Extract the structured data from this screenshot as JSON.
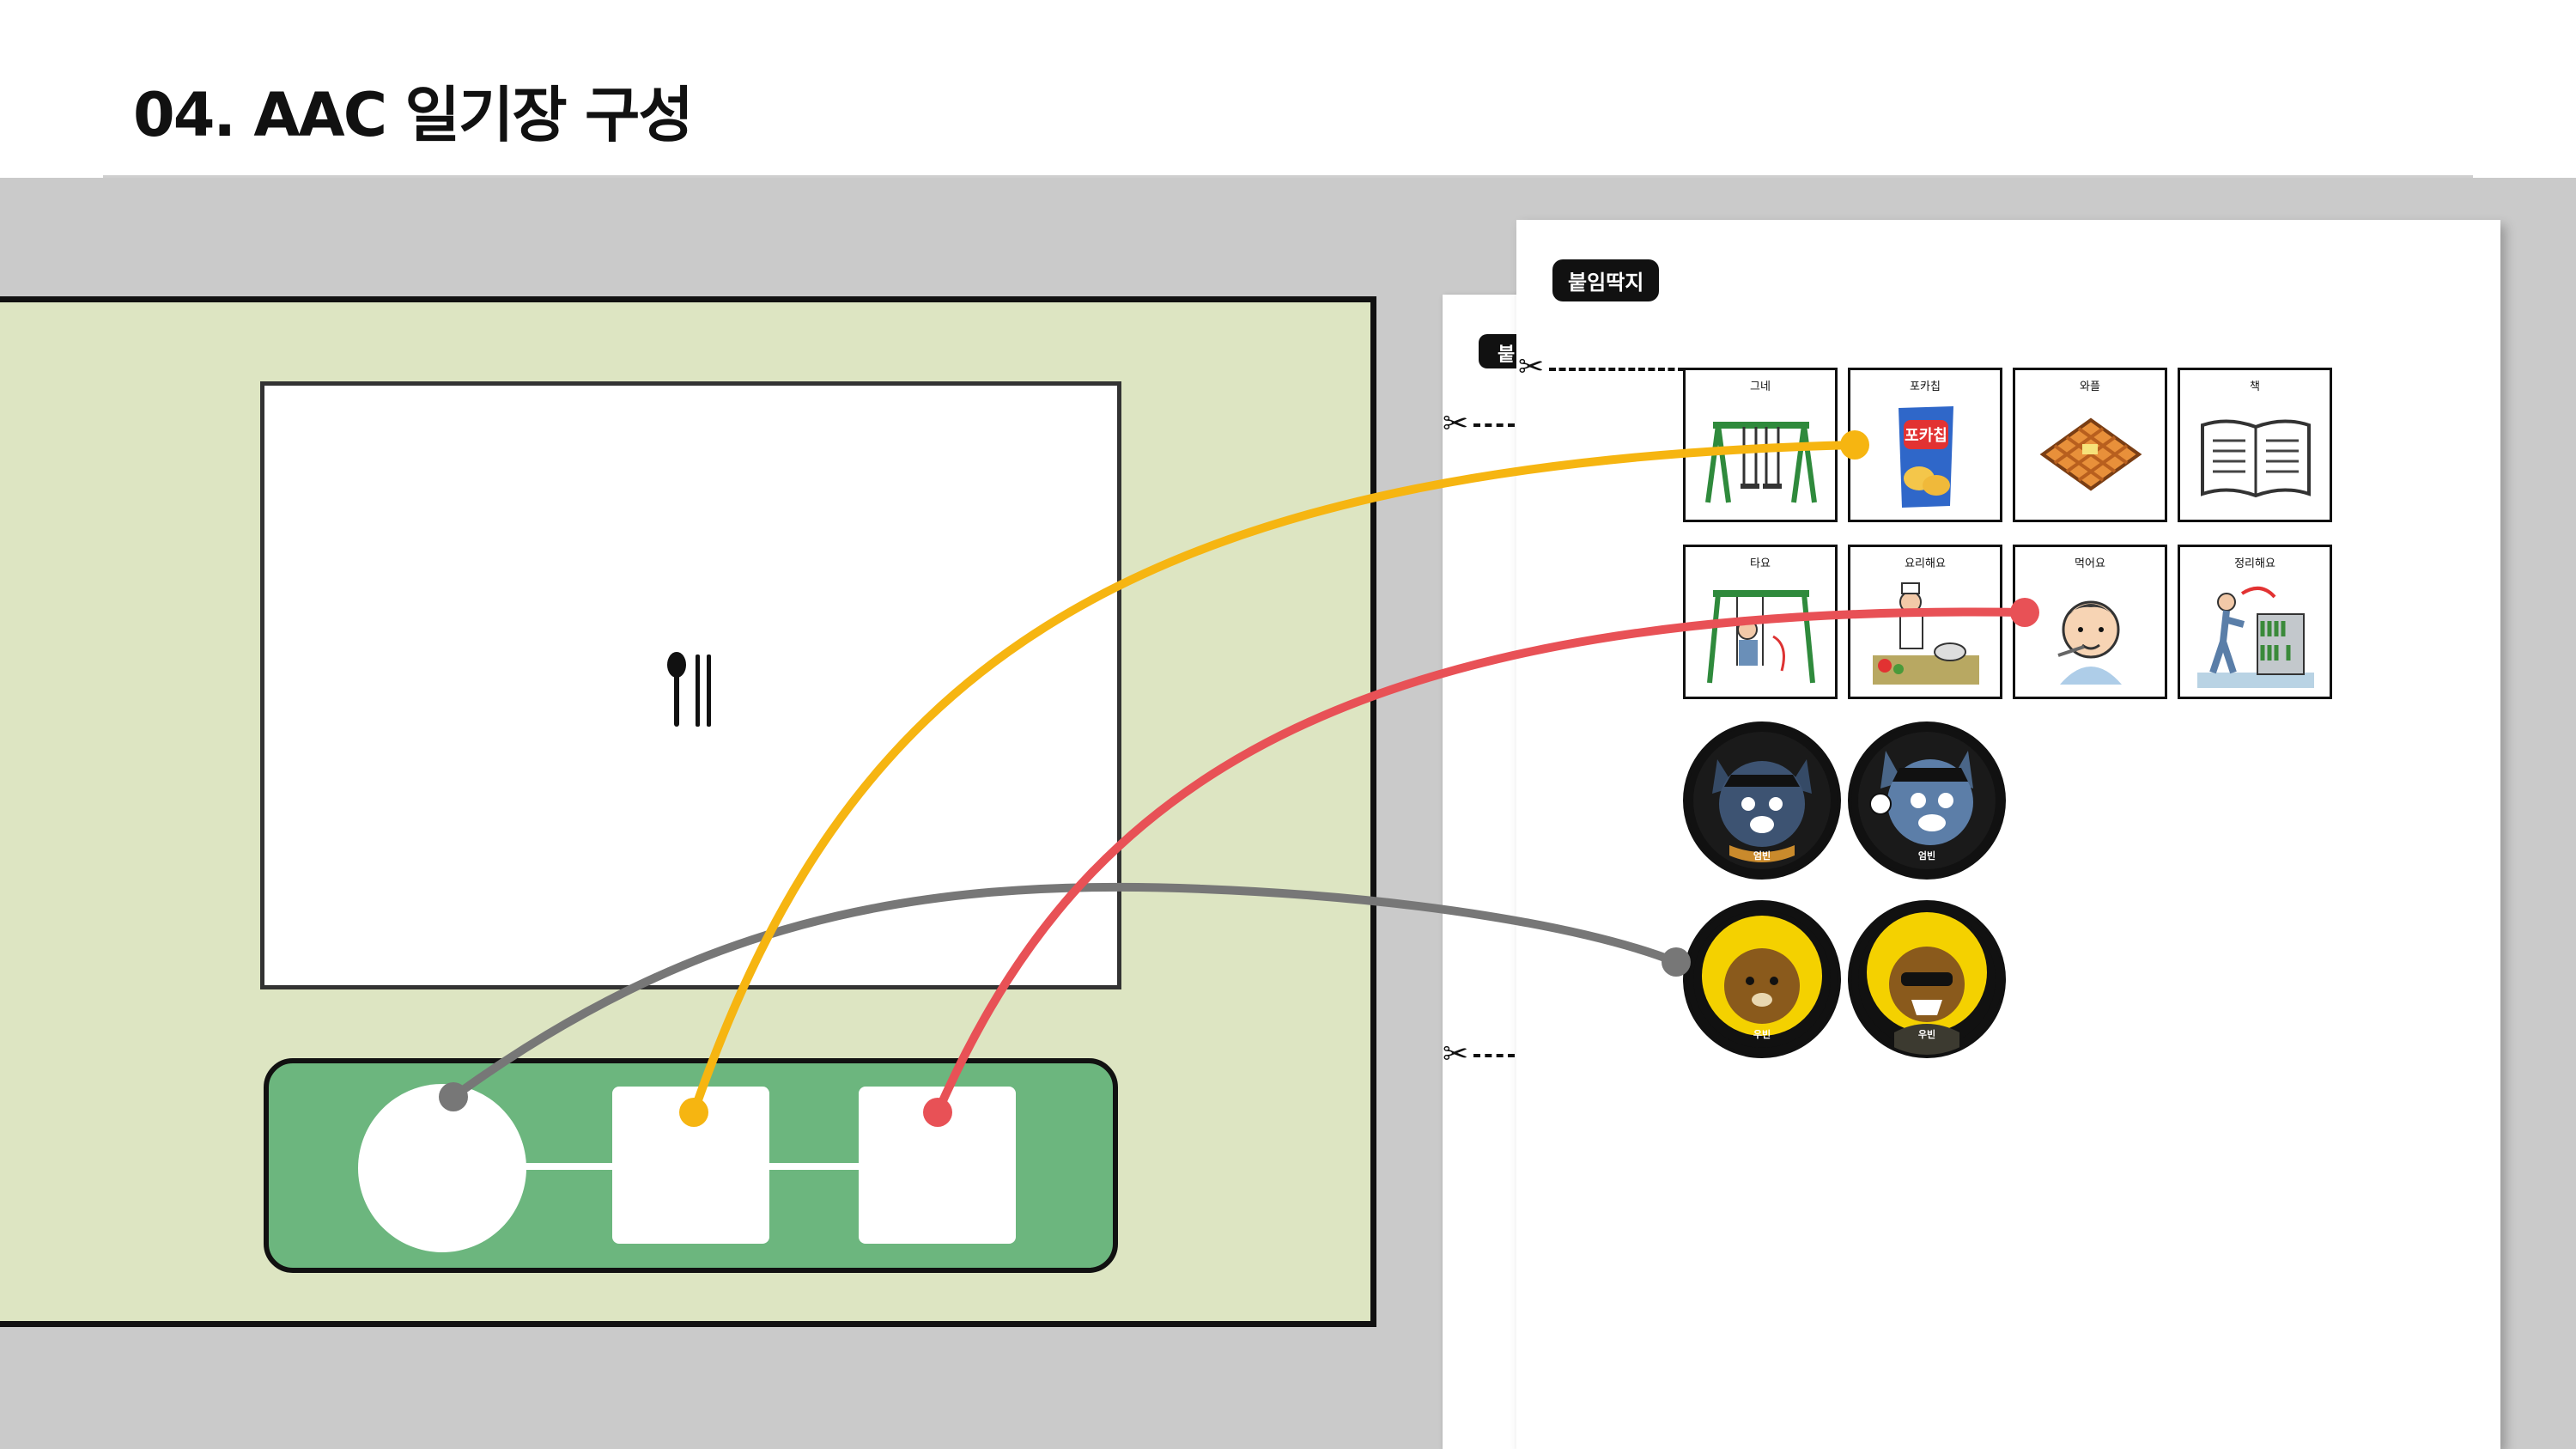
{
  "page": {
    "title": "04. AAC 일기장 구성"
  },
  "sticker_sheet": {
    "front_tab": "붙임딱지",
    "back_tab": "붙",
    "cut_icon": "scissors-icon",
    "cards_row1": [
      {
        "label": "그네",
        "icon": "swing-icon"
      },
      {
        "label": "포카칩",
        "icon": "chips-bag-icon"
      },
      {
        "label": "와플",
        "icon": "waffle-icon"
      },
      {
        "label": "책",
        "icon": "book-icon"
      }
    ],
    "cards_row2": [
      {
        "label": "타요",
        "icon": "riding-swing-icon"
      },
      {
        "label": "요리해요",
        "icon": "cooking-icon"
      },
      {
        "label": "먹어요",
        "icon": "eating-icon"
      },
      {
        "label": "정리해요",
        "icon": "tidying-up-icon"
      }
    ],
    "characters": [
      {
        "label": "엄빈",
        "icon": "navy-cat-character-icon"
      },
      {
        "label": "엄빈",
        "icon": "navy-cat-character-icon"
      },
      {
        "label": "우빈",
        "icon": "lion-character-icon"
      },
      {
        "label": "우빈",
        "icon": "lion-character-icon"
      }
    ]
  },
  "diary_board": {
    "photo_icon": "utensils-icon",
    "slots": [
      "character-slot",
      "object-slot",
      "action-slot"
    ]
  },
  "connectors": [
    {
      "from": "character-slot",
      "to": "character-sticker",
      "color": "#777777"
    },
    {
      "from": "object-slot",
      "to": "object-card",
      "color": "#f6b511"
    },
    {
      "from": "action-slot",
      "to": "action-card",
      "color": "#e85156"
    }
  ],
  "colors": {
    "board": "#dde5c2",
    "strip": "#6cb67e",
    "stage": "#cacaca"
  }
}
